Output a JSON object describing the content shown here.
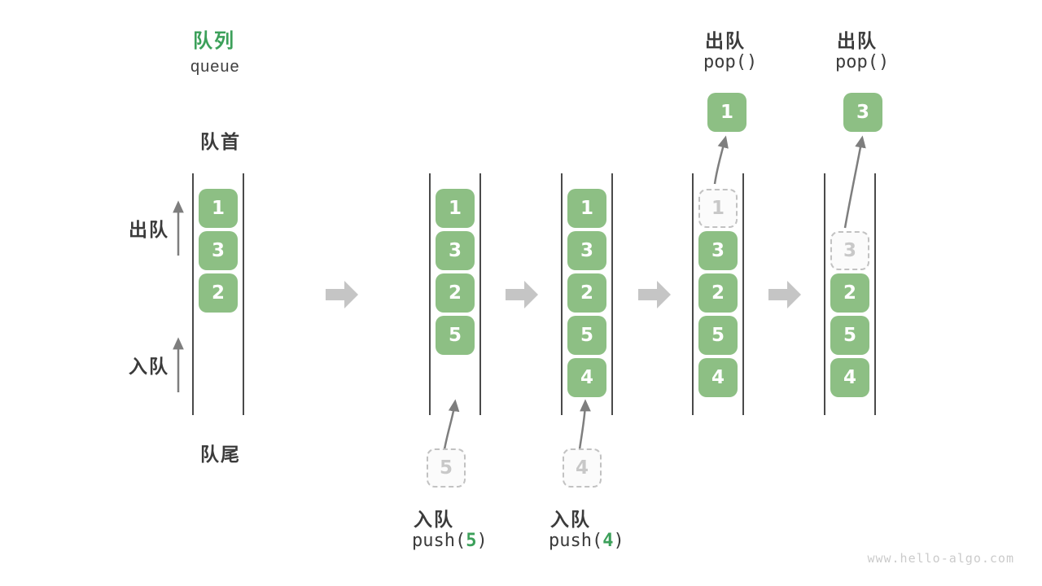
{
  "header": {
    "title": "队列",
    "subtitle": "queue"
  },
  "labels": {
    "front": "队首",
    "rear": "队尾",
    "dequeue": "出队",
    "enqueue": "入队"
  },
  "watermark": "www.hello-algo.com",
  "colors": {
    "accent_green": "#3CA05A",
    "box_green": "#8DBF84",
    "box_text": "#FFFFFF",
    "dark_text": "#3B3B3B",
    "arrow_gray": "#7E7E7E",
    "block_arrow_gray": "#C5C5C5",
    "dashed_border": "#C2C2C2",
    "dashed_text": "#C8C8C8",
    "wall_gray": "#4A4A4A",
    "watermark_gray": "#CBCBCB"
  },
  "columns": [
    {
      "state": "initial",
      "slots": [
        {
          "value": "1",
          "type": "filled"
        },
        {
          "value": "3",
          "type": "filled"
        },
        {
          "value": "2",
          "type": "filled"
        }
      ]
    },
    {
      "state": "after-push-5",
      "slots": [
        {
          "value": "1",
          "type": "filled"
        },
        {
          "value": "3",
          "type": "filled"
        },
        {
          "value": "2",
          "type": "filled"
        },
        {
          "value": "5",
          "type": "filled"
        }
      ],
      "staging_value": "5",
      "op": {
        "label": "入队",
        "code_pre": "push(",
        "arg": "5",
        "code_post": ")"
      }
    },
    {
      "state": "after-push-4",
      "slots": [
        {
          "value": "1",
          "type": "filled"
        },
        {
          "value": "3",
          "type": "filled"
        },
        {
          "value": "2",
          "type": "filled"
        },
        {
          "value": "5",
          "type": "filled"
        },
        {
          "value": "4",
          "type": "filled"
        }
      ],
      "staging_value": "4",
      "op": {
        "label": "入队",
        "code_pre": "push(",
        "arg": "4",
        "code_post": ")"
      }
    },
    {
      "state": "pop-1",
      "slots": [
        {
          "value": "1",
          "type": "dashed"
        },
        {
          "value": "3",
          "type": "filled"
        },
        {
          "value": "2",
          "type": "filled"
        },
        {
          "value": "5",
          "type": "filled"
        },
        {
          "value": "4",
          "type": "filled"
        }
      ],
      "popped_value": "1",
      "op": {
        "label": "出队",
        "code": "pop()"
      }
    },
    {
      "state": "pop-3",
      "slots": [
        {
          "value": "",
          "type": "empty"
        },
        {
          "value": "3",
          "type": "dashed"
        },
        {
          "value": "2",
          "type": "filled"
        },
        {
          "value": "5",
          "type": "filled"
        },
        {
          "value": "4",
          "type": "filled"
        }
      ],
      "popped_value": "3",
      "op": {
        "label": "出队",
        "code": "pop()"
      }
    }
  ]
}
